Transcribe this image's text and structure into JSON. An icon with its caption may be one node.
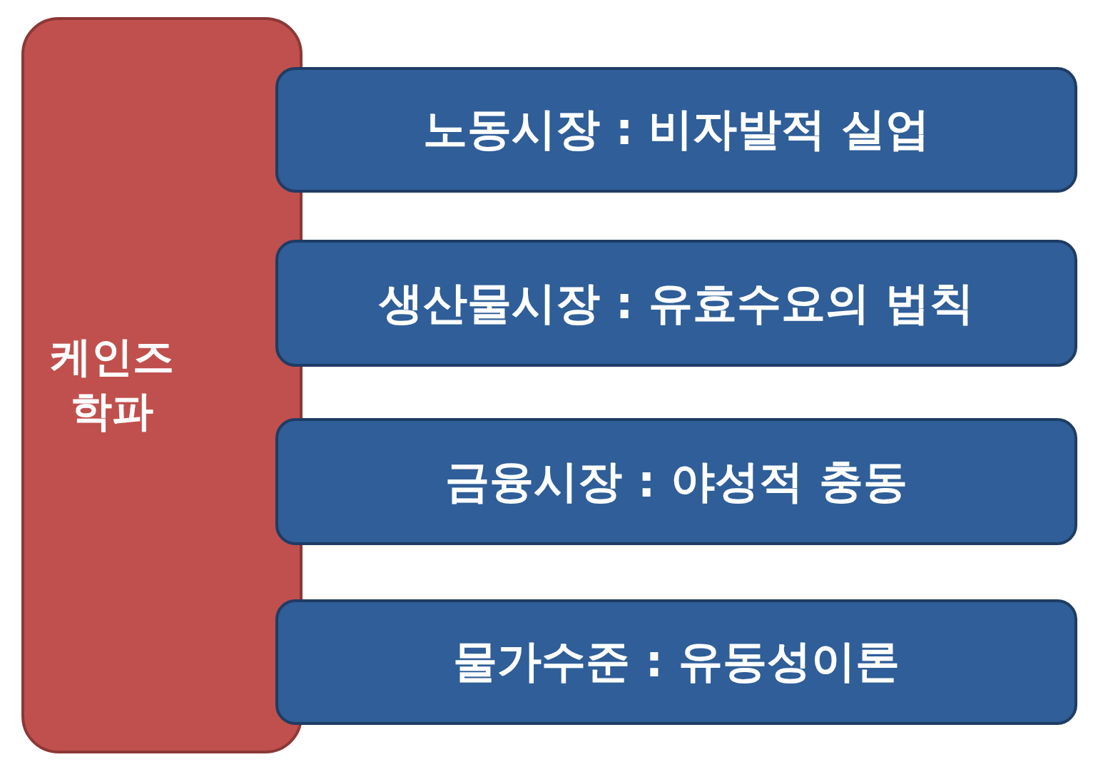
{
  "diagram": {
    "nodes": [
      {
        "text": [
          "케인즈 학파"
        ]
      },
      {
        "text": [
          "노동시장 : 비자발적 실업"
        ]
      },
      {
        "text": [
          "생산물시장 : 유효수요의 법칙"
        ]
      },
      {
        "text": [
          "금융시장 : 야성적 충동"
        ]
      },
      {
        "text": [
          "물가수준 : 유동성이론"
        ]
      }
    ]
  }
}
